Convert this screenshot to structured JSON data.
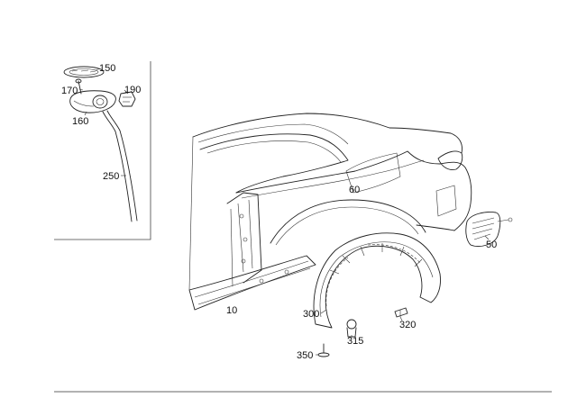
{
  "diagram": {
    "callouts": {
      "c150": "150",
      "c170": "170",
      "c190": "190",
      "c160": "160",
      "c250": "250",
      "c60": "60",
      "c50": "50",
      "c10": "10",
      "c300": "300",
      "c320": "320",
      "c315": "315",
      "c350": "350"
    }
  }
}
